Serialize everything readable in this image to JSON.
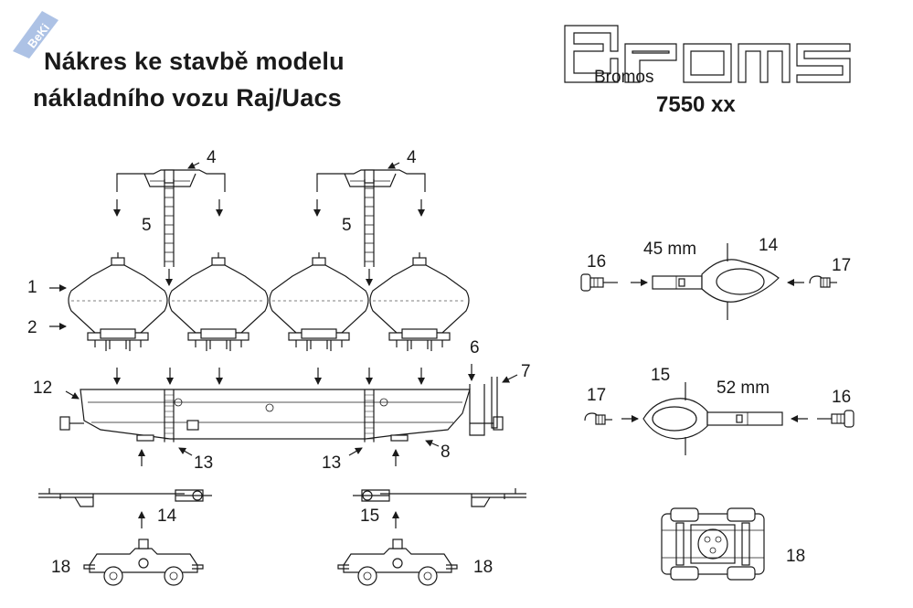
{
  "header": {
    "title_line1": "Nákres ke stavbě modelu",
    "title_line2": "nákladního vozu Raj/Uacs",
    "model_number": "7550 xx",
    "brand_logo_text": "Bromos",
    "watermark_text": "BeKi"
  },
  "part_labels": {
    "p1": "1",
    "p2": "2",
    "p4a": "4",
    "p4b": "4",
    "p5a": "5",
    "p5b": "5",
    "p6": "6",
    "p7": "7",
    "p8": "8",
    "p12": "12",
    "p13a": "13",
    "p13b": "13",
    "p14a": "14",
    "p15a": "15",
    "p18a": "18",
    "p18b": "18",
    "p16a": "16",
    "p14b": "14",
    "p17a": "17",
    "p17b": "17",
    "p15b": "15",
    "p16b": "16",
    "p18c": "18"
  },
  "dimensions": {
    "bar_14": "45 mm",
    "bar_15": "52 mm"
  },
  "colors": {
    "ink": "#1a1a1a",
    "watermark": "#6a8fd0"
  }
}
